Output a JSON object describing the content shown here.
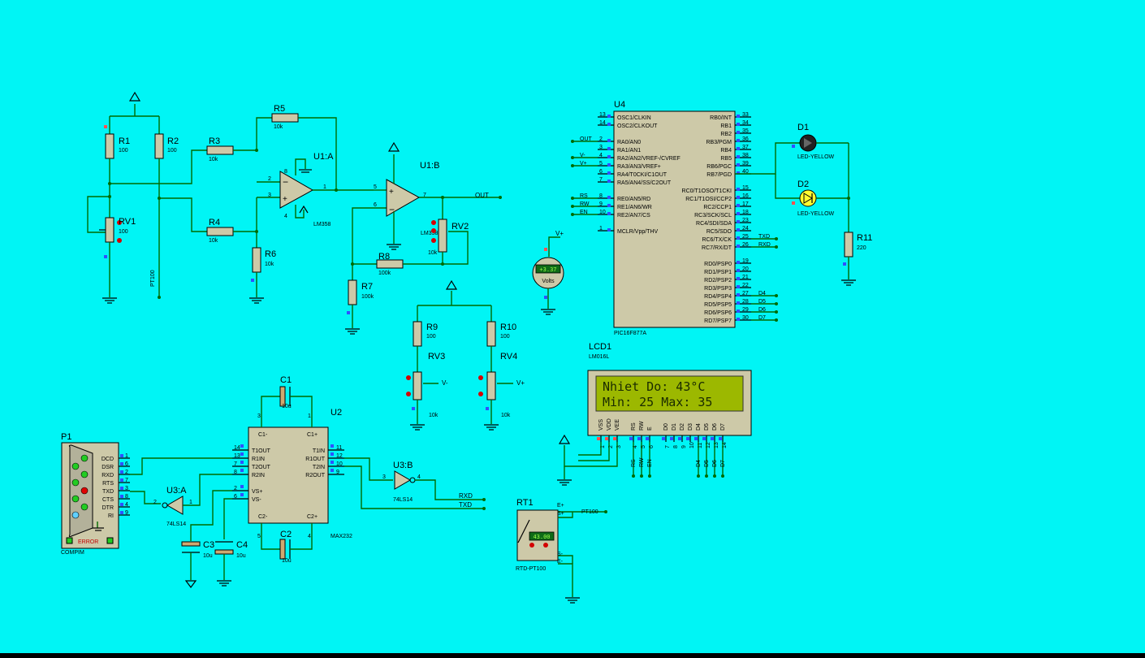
{
  "refs": {
    "r1": "R1",
    "r2": "R2",
    "r3": "R3",
    "r4": "R4",
    "r5": "R5",
    "r6": "R6",
    "r7": "R7",
    "r8": "R8",
    "r9": "R9",
    "r10": "R10",
    "r11": "R11",
    "rv1": "RV1",
    "rv2": "RV2",
    "rv3": "RV3",
    "rv4": "RV4",
    "u1a": "U1:A",
    "u1b": "U1:B",
    "u2": "U2",
    "u3a": "U3:A",
    "u3b": "U3:B",
    "u4": "U4",
    "c1": "C1",
    "c2": "C2",
    "c3": "C3",
    "c4": "C4",
    "d1": "D1",
    "d2": "D2",
    "p1": "P1",
    "lcd1": "LCD1",
    "rt1": "RT1"
  },
  "values": {
    "r1": "100",
    "r2": "100",
    "r3": "10k",
    "r4": "10k",
    "r5": "10k",
    "r6": "10k",
    "r7": "100k",
    "r8": "100k",
    "r9": "100",
    "r10": "100",
    "r11": "220",
    "rv1": "100",
    "rv2": "10k",
    "rv3": "10k",
    "rv4": "10k",
    "c1": "10u",
    "c2": "10u",
    "c3": "10u",
    "c4": "10u",
    "lm358a": "LM358",
    "lm358b": "LM358",
    "pt100": "PT100",
    "max232": "MAX232",
    "ls14a": "74LS14",
    "ls14b": "74LS14",
    "pic": "PIC16F877A",
    "lcd_model": "LM016L",
    "led1": "LED-YELLOW",
    "led2": "LED-YELLOW",
    "compim": "COMPIM",
    "rtd": "RTD-PT100"
  },
  "nets": {
    "out": "OUT",
    "out_in": "OUT",
    "vminus": "V-",
    "vplus": "V+",
    "vminus2": "V-",
    "vplus2": "V+",
    "vplus3": "V+",
    "rs": "RS",
    "rw": "RW",
    "en": "EN",
    "txd": "TXD",
    "rxd": "RXD",
    "txd2": "TXD",
    "rxd2": "RXD",
    "d4": "D4",
    "d5": "D5",
    "d6": "D6",
    "d7": "D7",
    "pt100": "PT100",
    "e_plus": "E+",
    "s_plus": "S+",
    "s_minus": "S-",
    "e_minus": "E-"
  },
  "voltmeter": {
    "reading": "+3.37",
    "unit": "Volts"
  },
  "rtd_reading": "43.00",
  "lcd": {
    "line1": "Nhiet Do: 43°C",
    "line2": "Min: 25 Max: 35"
  },
  "lcd_pins": [
    {
      "name": "VSS",
      "num": "1"
    },
    {
      "name": "VDD",
      "num": "2"
    },
    {
      "name": "VEE",
      "num": "3"
    },
    {
      "name": "RS",
      "num": "4"
    },
    {
      "name": "RW",
      "num": "5"
    },
    {
      "name": "E",
      "num": "6"
    },
    {
      "name": "D0",
      "num": "7"
    },
    {
      "name": "D1",
      "num": "8"
    },
    {
      "name": "D2",
      "num": "9"
    },
    {
      "name": "D3",
      "num": "10"
    },
    {
      "name": "D4",
      "num": "11"
    },
    {
      "name": "D5",
      "num": "12"
    },
    {
      "name": "D6",
      "num": "13"
    },
    {
      "name": "D7",
      "num": "14"
    }
  ],
  "lcd_nets_left": [
    "RS",
    "RW",
    "EN"
  ],
  "lcd_nets_right": [
    "D4",
    "D5",
    "D6",
    "D7"
  ],
  "pic_left": [
    {
      "num": "13",
      "name": "OSC1/CLKIN"
    },
    {
      "num": "14",
      "name": "OSC2/CLKOUT"
    },
    {
      "num": "2",
      "name": "RA0/AN0",
      "net": "OUT"
    },
    {
      "num": "3",
      "name": "RA1/AN1"
    },
    {
      "num": "4",
      "name": "RA2/AN2/VREF-/CVREF",
      "net": "V-"
    },
    {
      "num": "5",
      "name": "RA3/AN3/VREF+",
      "net": "V+"
    },
    {
      "num": "6",
      "name": "RA4/T0CKI/C1OUT"
    },
    {
      "num": "7",
      "name": "RA5/AN4/SS/C2OUT"
    },
    {
      "num": "8",
      "name": "RE0/AN5/RD",
      "net": "RS"
    },
    {
      "num": "9",
      "name": "RE1/AN6/WR",
      "net": "RW"
    },
    {
      "num": "10",
      "name": "RE2/AN7/CS",
      "net": "EN"
    },
    {
      "num": "1",
      "name": "MCLR/Vpp/THV"
    }
  ],
  "pic_right": [
    {
      "num": "33",
      "name": "RB0/INT"
    },
    {
      "num": "34",
      "name": "RB1"
    },
    {
      "num": "35",
      "name": "RB2"
    },
    {
      "num": "36",
      "name": "RB3/PGM"
    },
    {
      "num": "37",
      "name": "RB4"
    },
    {
      "num": "38",
      "name": "RB5"
    },
    {
      "num": "39",
      "name": "RB6/PGC"
    },
    {
      "num": "40",
      "name": "RB7/PGD"
    },
    {
      "num": "15",
      "name": "RC0/T1OSO/T1CKI"
    },
    {
      "num": "16",
      "name": "RC1/T1OSI/CCP2"
    },
    {
      "num": "17",
      "name": "RC2/CCP1"
    },
    {
      "num": "18",
      "name": "RC3/SCK/SCL"
    },
    {
      "num": "23",
      "name": "RC4/SDI/SDA"
    },
    {
      "num": "24",
      "name": "RC5/SDO"
    },
    {
      "num": "25",
      "name": "RC6/TX/CK",
      "net": "TXD"
    },
    {
      "num": "26",
      "name": "RC7/RX/DT",
      "net": "RXD"
    },
    {
      "num": "19",
      "name": "RD0/PSP0"
    },
    {
      "num": "20",
      "name": "RD1/PSP1"
    },
    {
      "num": "21",
      "name": "RD2/PSP2"
    },
    {
      "num": "22",
      "name": "RD3/PSP3"
    },
    {
      "num": "27",
      "name": "RD4/PSP4",
      "net": "D4"
    },
    {
      "num": "28",
      "name": "RD5/PSP5",
      "net": "D5"
    },
    {
      "num": "29",
      "name": "RD6/PSP6",
      "net": "D6"
    },
    {
      "num": "30",
      "name": "RD7/PSP7",
      "net": "D7"
    }
  ],
  "max232_left": [
    {
      "num": "14",
      "name": "T1OUT"
    },
    {
      "num": "13",
      "name": "R1IN"
    },
    {
      "num": "7",
      "name": "T2OUT"
    },
    {
      "num": "8",
      "name": "R2IN"
    },
    {
      "num": "2",
      "name": "VS+"
    },
    {
      "num": "6",
      "name": "VS-"
    }
  ],
  "max232_right": [
    {
      "num": "11",
      "name": "T1IN"
    },
    {
      "num": "12",
      "name": "R1OUT"
    },
    {
      "num": "10",
      "name": "T2IN"
    },
    {
      "num": "9",
      "name": "R2OUT"
    }
  ],
  "max232_caps": {
    "c1m": "C1-",
    "c1p": "C1+",
    "c2m": "C2-",
    "c2p": "C2+",
    "p1": "1",
    "p3": "3",
    "p4": "4",
    "p5": "5"
  },
  "compim_pins": [
    {
      "name": "DCD",
      "num": "1"
    },
    {
      "name": "DSR",
      "num": "6"
    },
    {
      "name": "RXD",
      "num": "2"
    },
    {
      "name": "RTS",
      "num": "7"
    },
    {
      "name": "TXD",
      "num": "3"
    },
    {
      "name": "CTS",
      "num": "8"
    },
    {
      "name": "DTR",
      "num": "4"
    },
    {
      "name": "RI",
      "num": "9"
    }
  ],
  "compim_error": "ERROR",
  "opamp_pins": {
    "a2": "2",
    "a3": "3",
    "a1": "1",
    "a8": "8",
    "a4": "4",
    "b5": "5",
    "b6": "6",
    "b7": "7"
  },
  "ls14_pins": {
    "a2": "2",
    "a1": "1",
    "b3": "3",
    "b4": "4"
  },
  "colors": {
    "canvas": "#00f5f5",
    "wire": "#006b00",
    "part_body": "#cdc9a8",
    "lcd_screen": "#9cb800",
    "led_off": "#222222",
    "led_on": "#ffff30"
  }
}
